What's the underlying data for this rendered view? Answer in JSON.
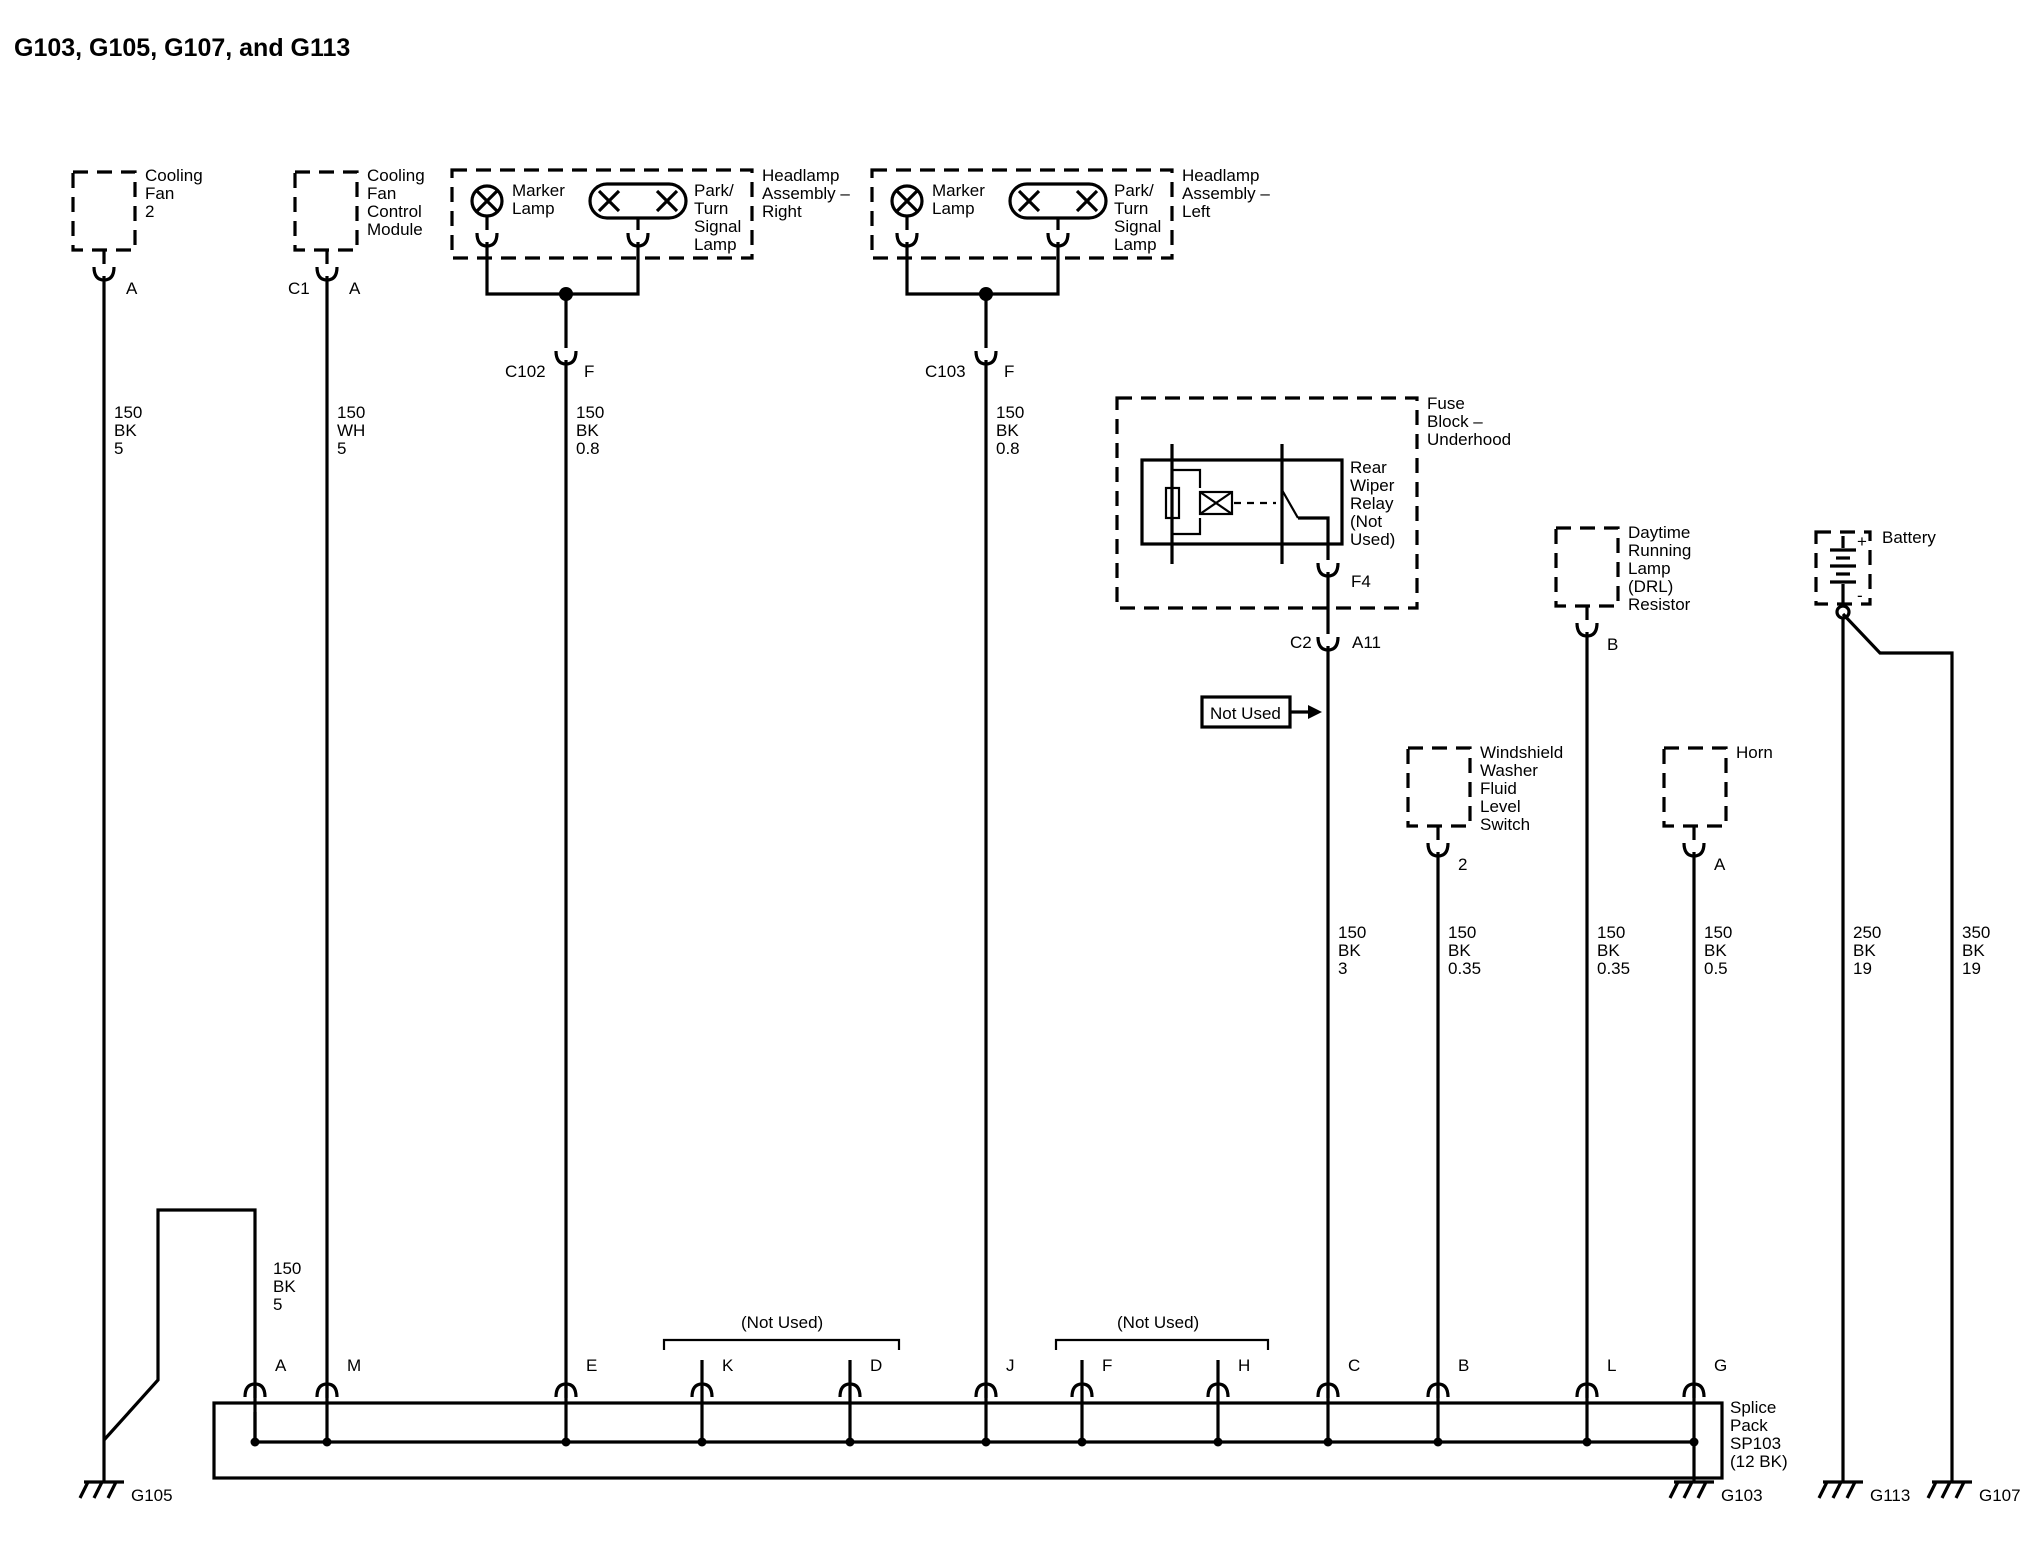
{
  "title": "G103, G105, G107, and G113",
  "components": {
    "cooling_fan": [
      "Cooling",
      "Fan",
      "2"
    ],
    "fan_module": [
      "Cooling",
      "Fan",
      "Control",
      "Module"
    ],
    "marker_lamp": [
      "Marker",
      "Lamp"
    ],
    "park_turn_lamp": [
      "Park/",
      "Turn",
      "Signal",
      "Lamp"
    ],
    "headlamp_right": [
      "Headlamp",
      "Assembly –",
      "Right"
    ],
    "headlamp_left": [
      "Headlamp",
      "Assembly –",
      "Left"
    ],
    "fuse_block": [
      "Fuse",
      "Block –",
      "Underhood"
    ],
    "rear_wiper_relay": [
      "Rear",
      "Wiper",
      "Relay",
      "(Not",
      "Used)"
    ],
    "drl_resistor": [
      "Daytime",
      "Running",
      "Lamp",
      "(DRL)",
      "Resistor"
    ],
    "battery": "Battery",
    "washer_switch": [
      "Windshield",
      "Washer",
      "Fluid",
      "Level",
      "Switch"
    ],
    "horn": "Horn",
    "splice_pack": [
      "Splice",
      "Pack",
      "SP103",
      "(12 BK)"
    ],
    "not_used_flag": "Not Used",
    "not_used_1": "(Not Used)",
    "not_used_2": "(Not Used)"
  },
  "pins": {
    "fan_a": "A",
    "module_c1": "C1",
    "module_a": "A",
    "c102": "C102",
    "c102_f": "F",
    "c103": "C103",
    "c103_f": "F",
    "f4": "F4",
    "c2": "C2",
    "a11": "A11",
    "drl_b": "B",
    "washer_2": "2",
    "horn_a": "A",
    "splice": [
      "A",
      "M",
      "E",
      "K",
      "D",
      "J",
      "F",
      "H",
      "C",
      "B",
      "L",
      "G"
    ]
  },
  "wires": {
    "w1": [
      "150",
      "BK",
      "5"
    ],
    "w2": [
      "150",
      "WH",
      "5"
    ],
    "w3": [
      "150",
      "BK",
      "0.8"
    ],
    "w4": [
      "150",
      "BK",
      "0.8"
    ],
    "w5": [
      "150",
      "BK",
      "3"
    ],
    "w6": [
      "150",
      "BK",
      "0.35"
    ],
    "w7": [
      "150",
      "BK",
      "0.35"
    ],
    "w8": [
      "150",
      "BK",
      "0.5"
    ],
    "w9": [
      "250",
      "BK",
      "19"
    ],
    "w10": [
      "350",
      "BK",
      "19"
    ],
    "w11": [
      "150",
      "BK",
      "5"
    ]
  },
  "grounds": {
    "g105": "G105",
    "g103": "G103",
    "g113": "G113",
    "g107": "G107"
  }
}
